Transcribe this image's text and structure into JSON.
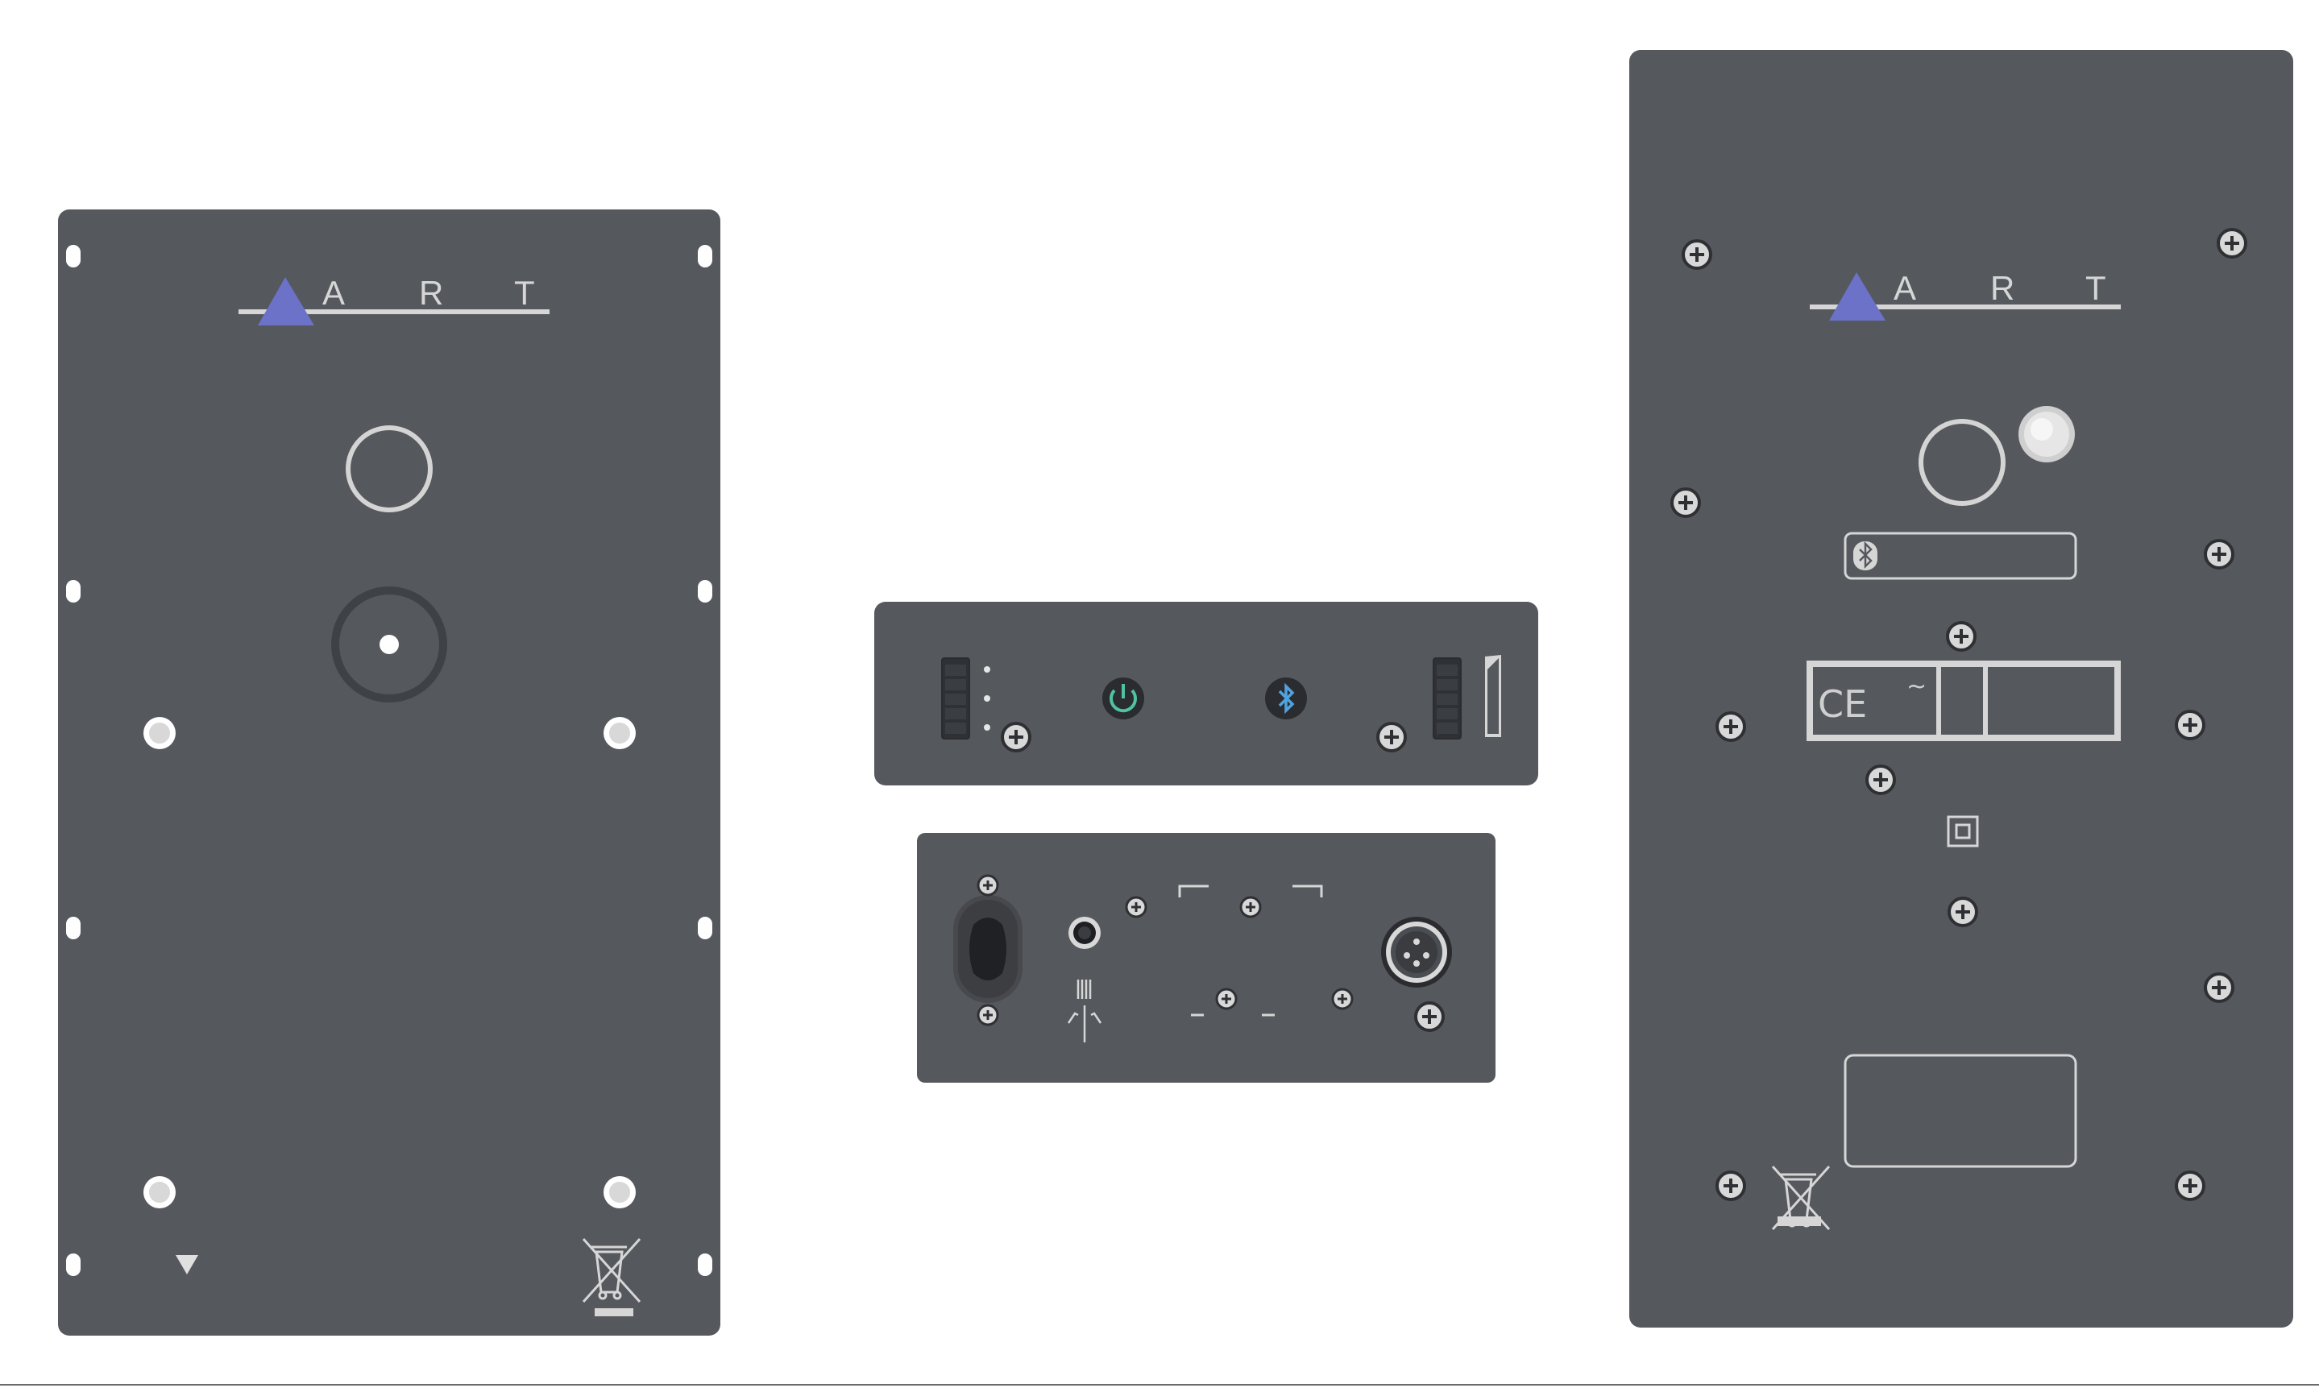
{
  "colors": {
    "panel": "#55585d",
    "panel_dark": "#4a4d52",
    "light": "#d4d4d4",
    "accent_blue": "#6b72c7",
    "power_green": "#4fc2a0",
    "bluetooth_blue": "#4fa3e0"
  },
  "brand": {
    "letters": [
      "A",
      "R",
      "T"
    ]
  },
  "labels": {
    "ce_mark": "CE",
    "ac_symbol": "~"
  },
  "icons": [
    "weee-bin-icon",
    "power-icon",
    "bluetooth-icon",
    "screw-icon",
    "xlr-connector-icon",
    "iec-power-socket-icon",
    "headphone-jack-icon",
    "double-insulation-icon",
    "triangle-down-icon"
  ]
}
